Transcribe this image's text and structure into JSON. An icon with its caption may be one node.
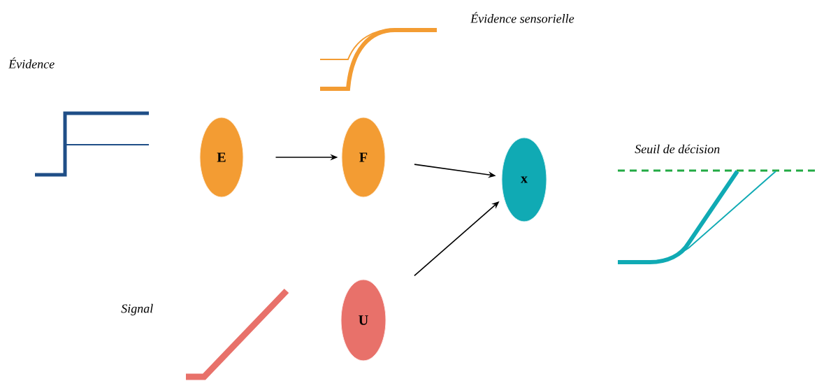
{
  "diagram": {
    "nodes": [
      {
        "text": [
          "E"
        ]
      },
      {
        "text": [
          "F"
        ]
      },
      {
        "text": [
          "x"
        ]
      },
      {
        "text": [
          "U"
        ]
      }
    ],
    "edges": [
      {
        "from": 0,
        "to": 1,
        "arrow": "to"
      },
      {
        "from": 1,
        "to": 2,
        "arrow": "to"
      },
      {
        "from": 3,
        "to": 2,
        "arrow": "to"
      }
    ],
    "labels": [
      "Évidence sensorielle",
      "Évidence",
      "Seuil de décision",
      "Signal"
    ]
  }
}
